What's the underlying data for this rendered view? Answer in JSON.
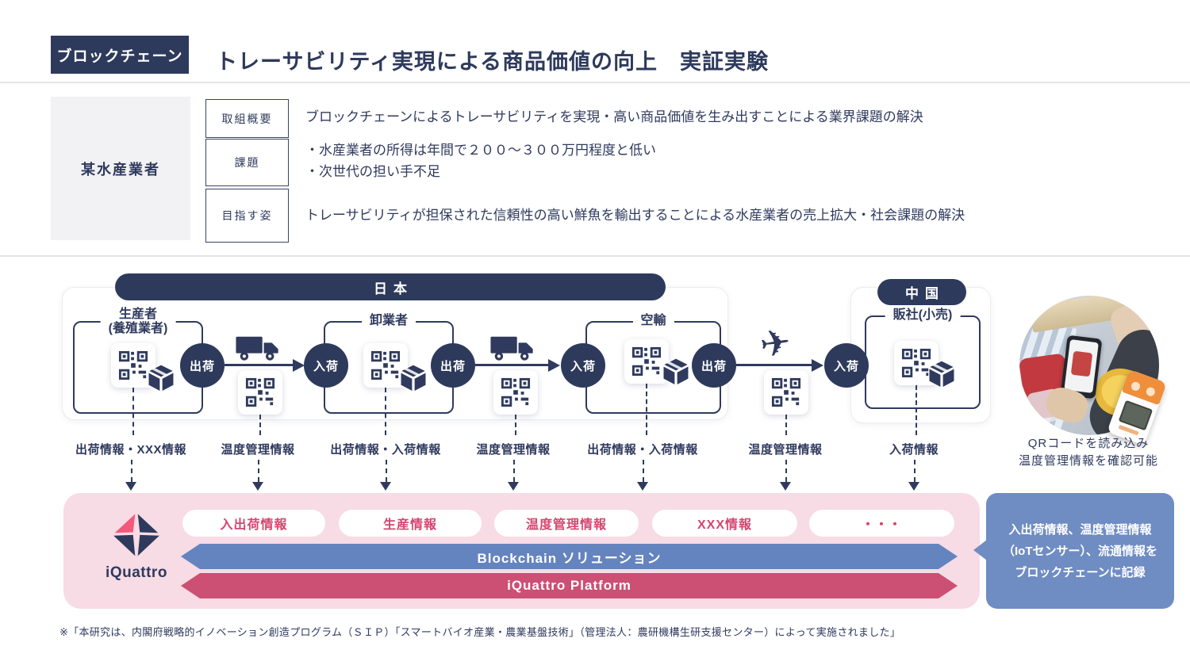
{
  "header": {
    "badge": "ブロックチェーン",
    "title": "トレーサビリティ実現による商品価値の向上　実証実験"
  },
  "overview": {
    "company": "某水産業者",
    "rows": [
      {
        "label": "取組概要",
        "lines": [
          "ブロックチェーンによるトレーサビリティを実現・高い商品価値を生み出すことによる業界課題の解決"
        ]
      },
      {
        "label": "課題",
        "lines": [
          "・水産業者の所得は年間で２００～３００万円程度と低い",
          "・次世代の担い手不足"
        ]
      },
      {
        "label": "目指す姿",
        "lines": [
          "トレーサビリティが担保された信頼性の高い鮮魚を輸出することによる水産業者の売上拡大・社会課題の解決"
        ]
      }
    ]
  },
  "flow": {
    "regions": [
      "日本",
      "中国"
    ],
    "stages": [
      {
        "line1": "生産者",
        "line2": "(養殖業者)"
      },
      {
        "line1": "卸業者"
      },
      {
        "line1": "空輸"
      },
      {
        "line1": "販社(小売)"
      }
    ],
    "circles": [
      "出荷",
      "入荷",
      "出荷",
      "入荷",
      "出荷",
      "入荷"
    ],
    "data_labels": [
      "出荷情報・XXX情報",
      "温度管理情報",
      "出荷情報・入荷情報",
      "温度管理情報",
      "出荷情報・入荷情報",
      "温度管理情報",
      "入荷情報"
    ],
    "photo_caption": [
      "QRコードを読み込み",
      "温度管理情報を確認可能"
    ]
  },
  "platform": {
    "logo": "iQuattro",
    "tags": [
      "入出荷情報",
      "生産情報",
      "温度管理情報",
      "XXX情報",
      "・・・"
    ],
    "blockchain_label": "Blockchain ソリューション",
    "platform_label": "iQuattro Platform",
    "note_lines": [
      "入出荷情報、温度管理情報",
      "（IoTセンサー）、流通情報を",
      "ブロックチェーンに記録"
    ]
  },
  "footer": {
    "note": "※「本研究は、内閣府戦略的イノベーション創造プログラム（ＳＩＰ）「スマートバイオ産業・農業基盤技術」（管理法人：農研機構生研支援センター）によって実施されました」"
  },
  "colors": {
    "navy": "#2e3a5c",
    "pink_band": "#f7dbe5",
    "pink_accent": "#cb5074",
    "pill_text": "#d4466f",
    "blue_arrow": "#6484bf",
    "blue_bubble": "#6f8cc3",
    "device_orange": "#ef8f3c"
  }
}
